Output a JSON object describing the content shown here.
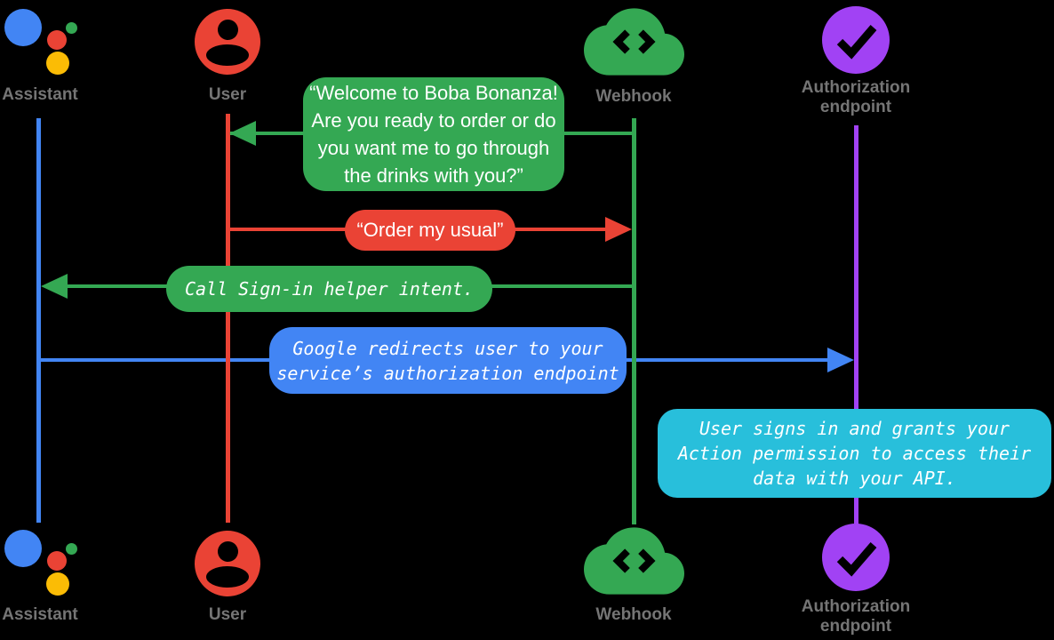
{
  "diagram": {
    "title": "Account linking sign-in sequence diagram",
    "background_color": "#000000",
    "label_color": "#757575",
    "actors": [
      {
        "id": "assistant",
        "label": "Assistant",
        "color": "#4285F4",
        "icon": "google-assistant-icon"
      },
      {
        "id": "user",
        "label": "User",
        "color": "#EA4335",
        "icon": "person-icon"
      },
      {
        "id": "webhook",
        "label": "Webhook",
        "color": "#34A853",
        "icon": "cloud-code-icon"
      },
      {
        "id": "auth",
        "label": "Authorization\nendpoint",
        "color": "#A142F4",
        "icon": "check-circle-icon"
      }
    ],
    "assistant_logo_colors": {
      "blue": "#4285F4",
      "green": "#34A853",
      "red": "#EA4335",
      "yellow": "#FBBC05"
    },
    "messages": [
      {
        "from": "webhook",
        "to": "user",
        "color": "#34A853",
        "text": "“Welcome to Boba Bonanza!\nAre you ready to order or do\nyou want me to go through\nthe drinks with you?”"
      },
      {
        "from": "user",
        "to": "webhook",
        "color": "#EA4335",
        "text": "“Order my usual”"
      },
      {
        "from": "webhook",
        "to": "assistant",
        "color": "#34A853",
        "text": "Call Sign-in helper intent."
      },
      {
        "from": "assistant",
        "to": "auth",
        "color": "#4285F4",
        "text": "Google redirects user to your\nservice’s authorization endpoint"
      },
      {
        "note_over": "auth",
        "color": "#28BFDB",
        "text": "User signs in and grants your\nAction permission to access their\ndata with your API."
      }
    ]
  }
}
